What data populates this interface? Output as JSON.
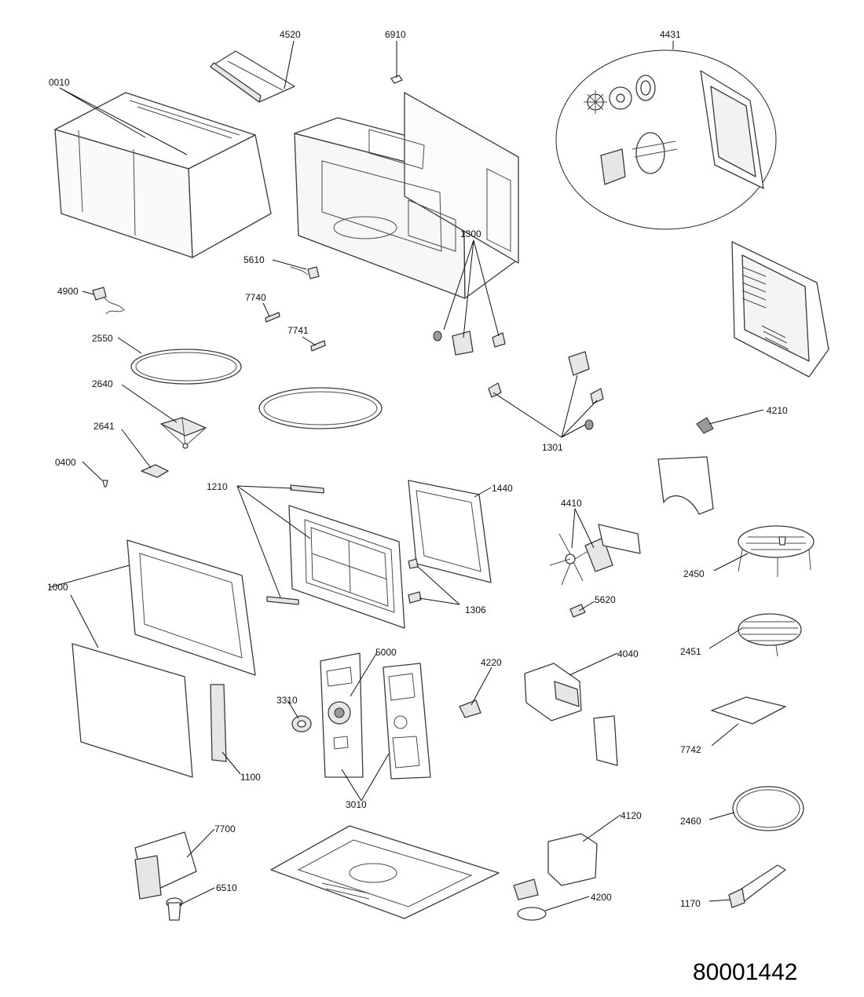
{
  "diagram": {
    "drawing_number": "80001442",
    "part_labels": {
      "p4520": "4520",
      "p6910": "6910",
      "p4431": "4431",
      "p0010": "0010",
      "p5610": "5610",
      "p4900": "4900",
      "p7740": "7740",
      "p7741": "7741",
      "p1300": "1300",
      "p2550": "2550",
      "p2640": "2640",
      "p1301": "1301",
      "p4210": "4210",
      "p2641": "2641",
      "p0400": "0400",
      "p1210": "1210",
      "p1440": "1440",
      "p4410": "4410",
      "p1000": "1000",
      "p2450": "2450",
      "p1306": "1306",
      "p5620": "5620",
      "p5000": "5000",
      "p4220": "4220",
      "p4040": "4040",
      "p2451": "2451",
      "p3310": "3310",
      "p7742": "7742",
      "p1100": "1100",
      "p3010": "3010",
      "p7700": "7700",
      "p4120": "4120",
      "p2460": "2460",
      "p6510": "6510",
      "p4200": "4200",
      "p1170": "1170"
    }
  }
}
